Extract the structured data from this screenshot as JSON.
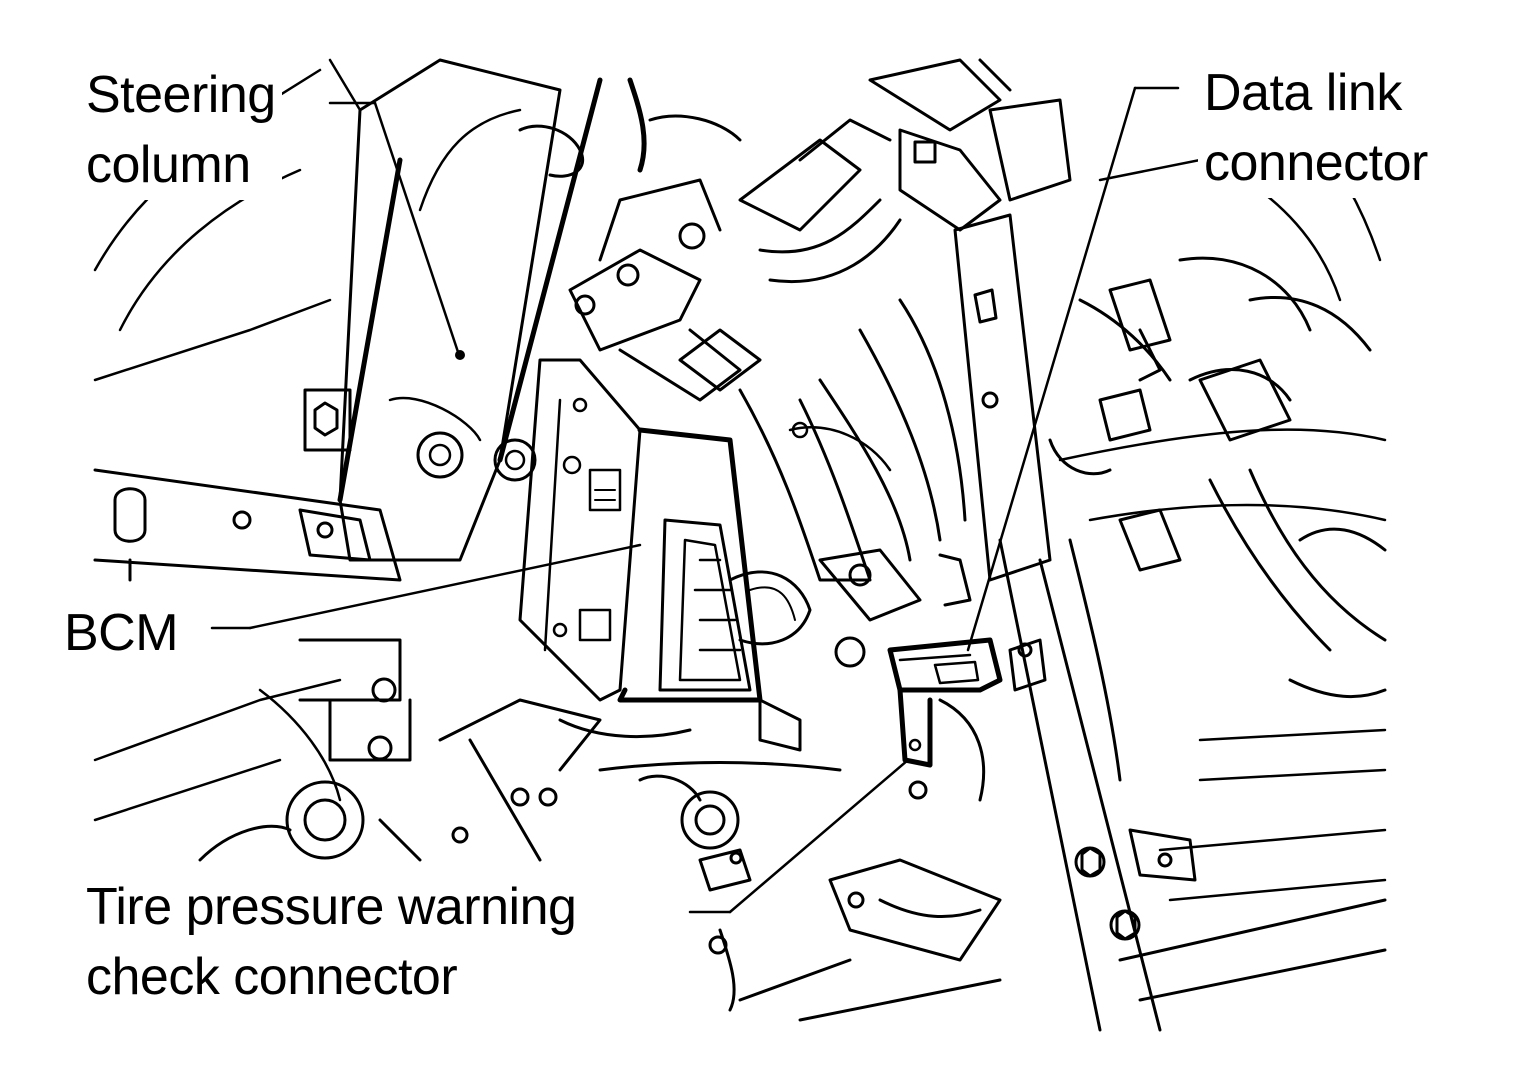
{
  "diagram": {
    "labels": {
      "steering_column": [
        "Steering",
        "column"
      ],
      "data_link_connector": [
        "Data link",
        "connector"
      ],
      "bcm": [
        "BCM"
      ],
      "tire_pressure_check": [
        "Tire pressure warning",
        "check connector"
      ]
    },
    "colors": {
      "ink": "#000000",
      "paper": "#ffffff"
    }
  }
}
